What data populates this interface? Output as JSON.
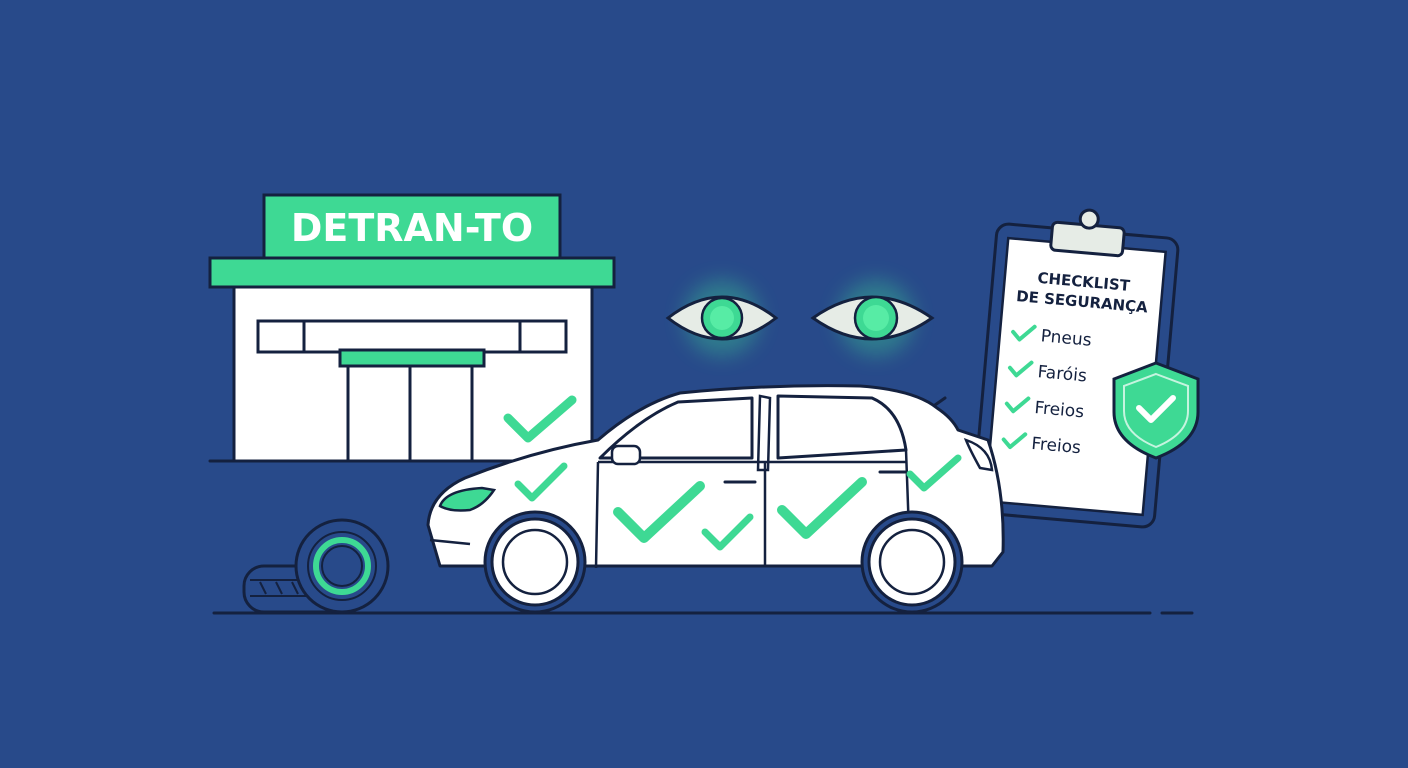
{
  "sign": {
    "text": "DETRAN-TO"
  },
  "clipboard": {
    "title_line1": "CHECKLIST",
    "title_line2": "DE SEGURANÇA",
    "items": [
      {
        "label": "Pneus"
      },
      {
        "label": "Faróis"
      },
      {
        "label": "Freios"
      },
      {
        "label": "Freios"
      }
    ]
  },
  "colors": {
    "background": "#284a8a",
    "accent": "#3ed994",
    "outline": "#14213f",
    "white": "#ffffff",
    "eye_white": "#e6ece6"
  }
}
